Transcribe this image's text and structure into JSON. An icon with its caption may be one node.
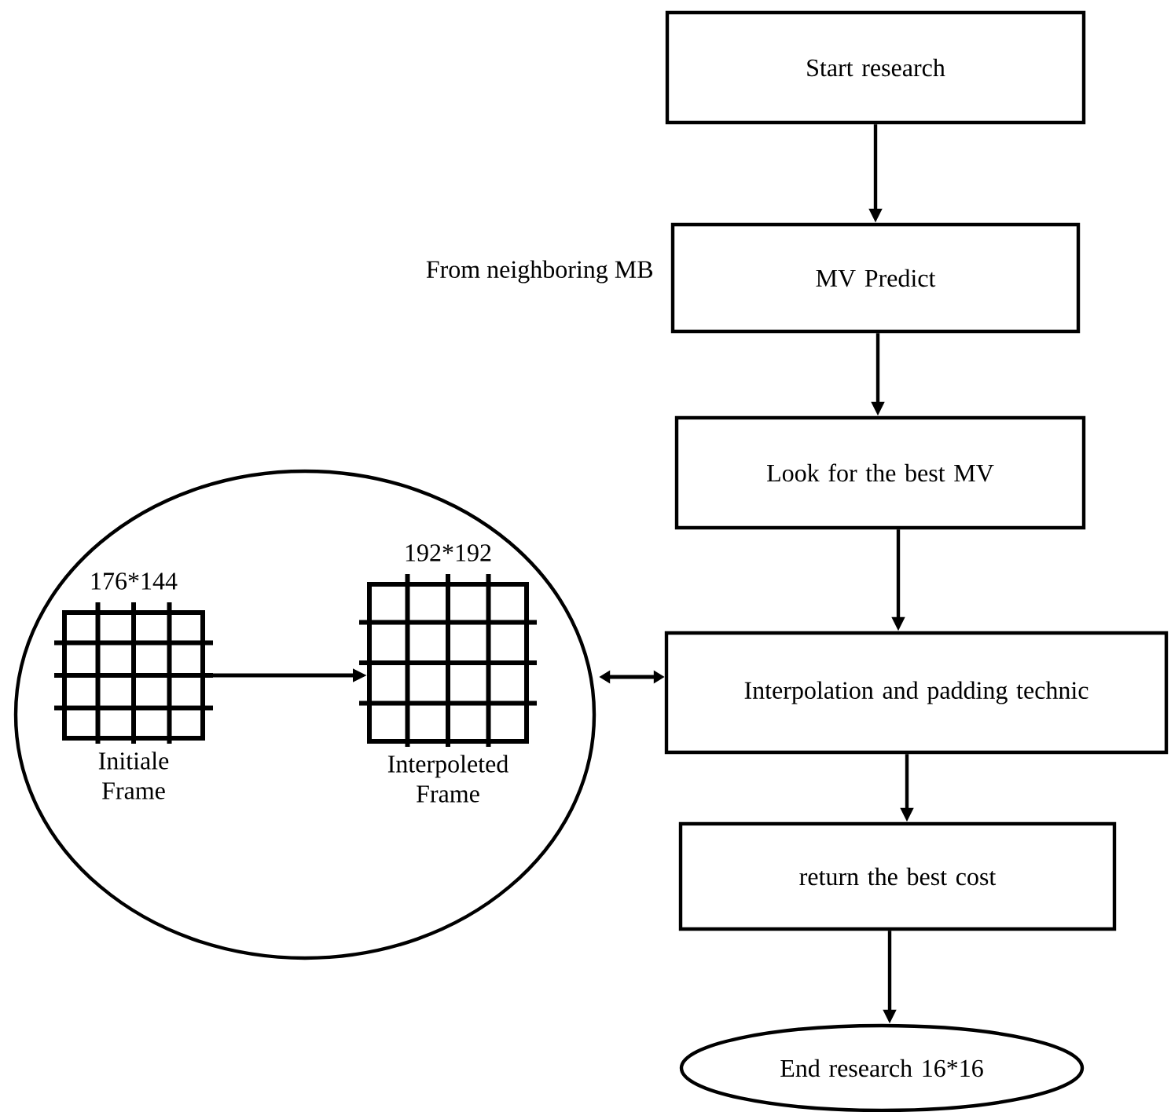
{
  "diagram": {
    "nodes": [
      {
        "text": [
          "Start research"
        ]
      },
      {
        "text": [
          "MV Predict"
        ],
        "beside": [
          "From neighboring MB"
        ]
      },
      {
        "text": [
          "Look for the best MV"
        ]
      },
      {
        "text": [
          "Interpolation and padding technic"
        ]
      },
      {
        "text": [
          "return the best cost"
        ]
      },
      {
        "text": [
          "End research 16*16"
        ]
      },
      {
        "text": [],
        "shape": "circle"
      },
      {
        "text": [
          "176*144",
          "Initiale Frame"
        ],
        "in": 6
      },
      {
        "text": [
          "192*192",
          "Interpoleted Frame"
        ],
        "in": 6
      }
    ],
    "edges": [
      {
        "from": 0,
        "to": 1,
        "arrow": "to"
      },
      {
        "from": 1,
        "to": 2,
        "arrow": "to"
      },
      {
        "from": 2,
        "to": 3,
        "arrow": "to"
      },
      {
        "from": 3,
        "to": 4,
        "arrow": "to"
      },
      {
        "from": 4,
        "to": 5,
        "arrow": "to"
      },
      {
        "from": 7,
        "to": 8,
        "arrow": "to"
      },
      {
        "from": 6,
        "to": 3,
        "arrow": "both"
      }
    ]
  }
}
